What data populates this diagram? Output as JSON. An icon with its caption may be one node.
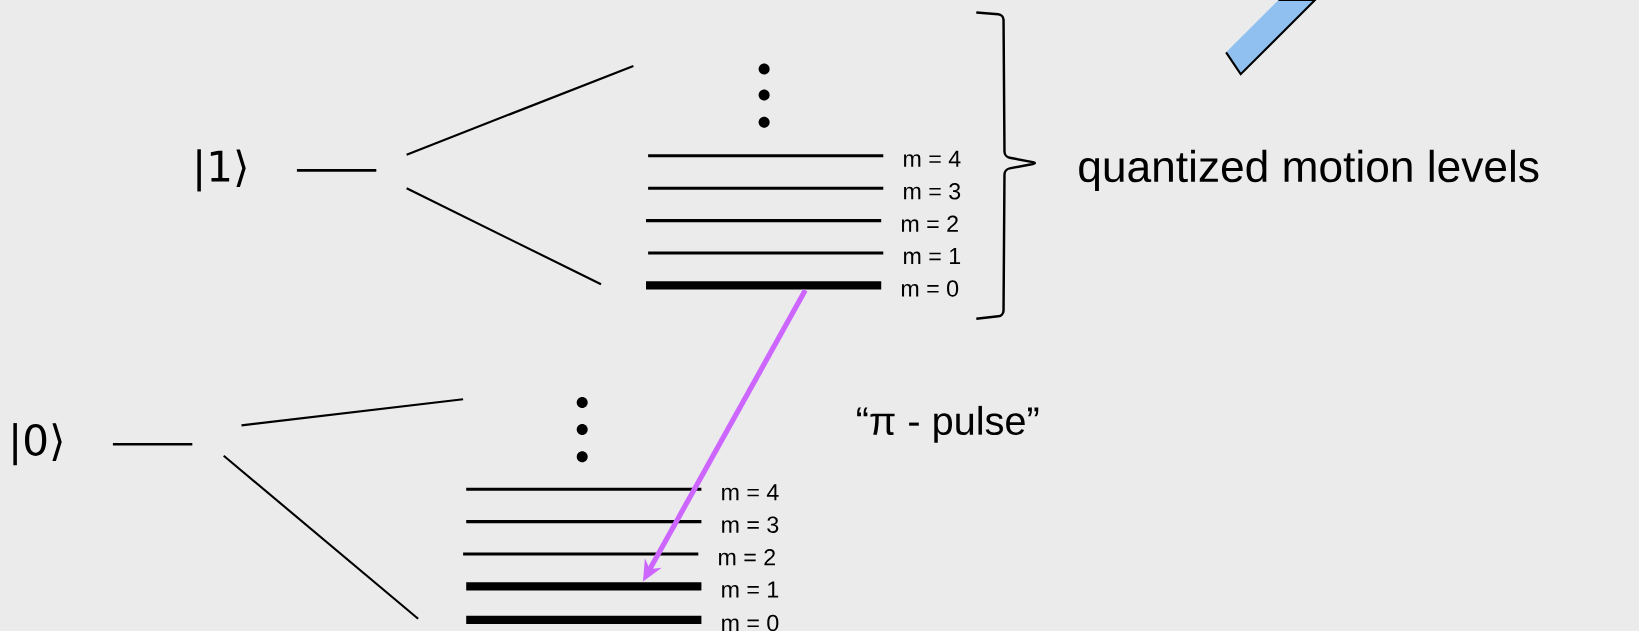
{
  "diagram": {
    "nodes": [
      {
        "text": [],
        "shape": "bar",
        "beside": [
          "|1⟩"
        ]
      },
      {
        "text": [],
        "shape": "bar",
        "beside": [
          "m = 4"
        ]
      },
      {
        "text": [],
        "shape": "bar",
        "beside": [
          "m = 3"
        ]
      },
      {
        "text": [],
        "shape": "bar",
        "beside": [
          "m = 2"
        ]
      },
      {
        "text": [],
        "shape": "bar",
        "beside": [
          "m = 1"
        ]
      },
      {
        "text": [],
        "shape": "bar",
        "beside": [
          "m = 0"
        ]
      },
      {
        "text": [],
        "shape": "bar",
        "beside": [
          "|0⟩"
        ]
      },
      {
        "text": [],
        "shape": "bar",
        "beside": [
          "m = 4"
        ]
      },
      {
        "text": [],
        "shape": "bar",
        "beside": [
          "m = 3"
        ]
      },
      {
        "text": [],
        "shape": "bar",
        "beside": [
          "m = 2"
        ]
      },
      {
        "text": [],
        "shape": "bar",
        "beside": [
          "m = 1"
        ]
      },
      {
        "text": [],
        "shape": "bar",
        "beside": [
          "m = 0"
        ]
      }
    ],
    "edges": [
      {
        "from": 5,
        "to": 10,
        "arrow": "to",
        "color": "#cc66ff"
      }
    ],
    "labels": [
      "quantized motion levels",
      "“π - pulse”"
    ]
  }
}
